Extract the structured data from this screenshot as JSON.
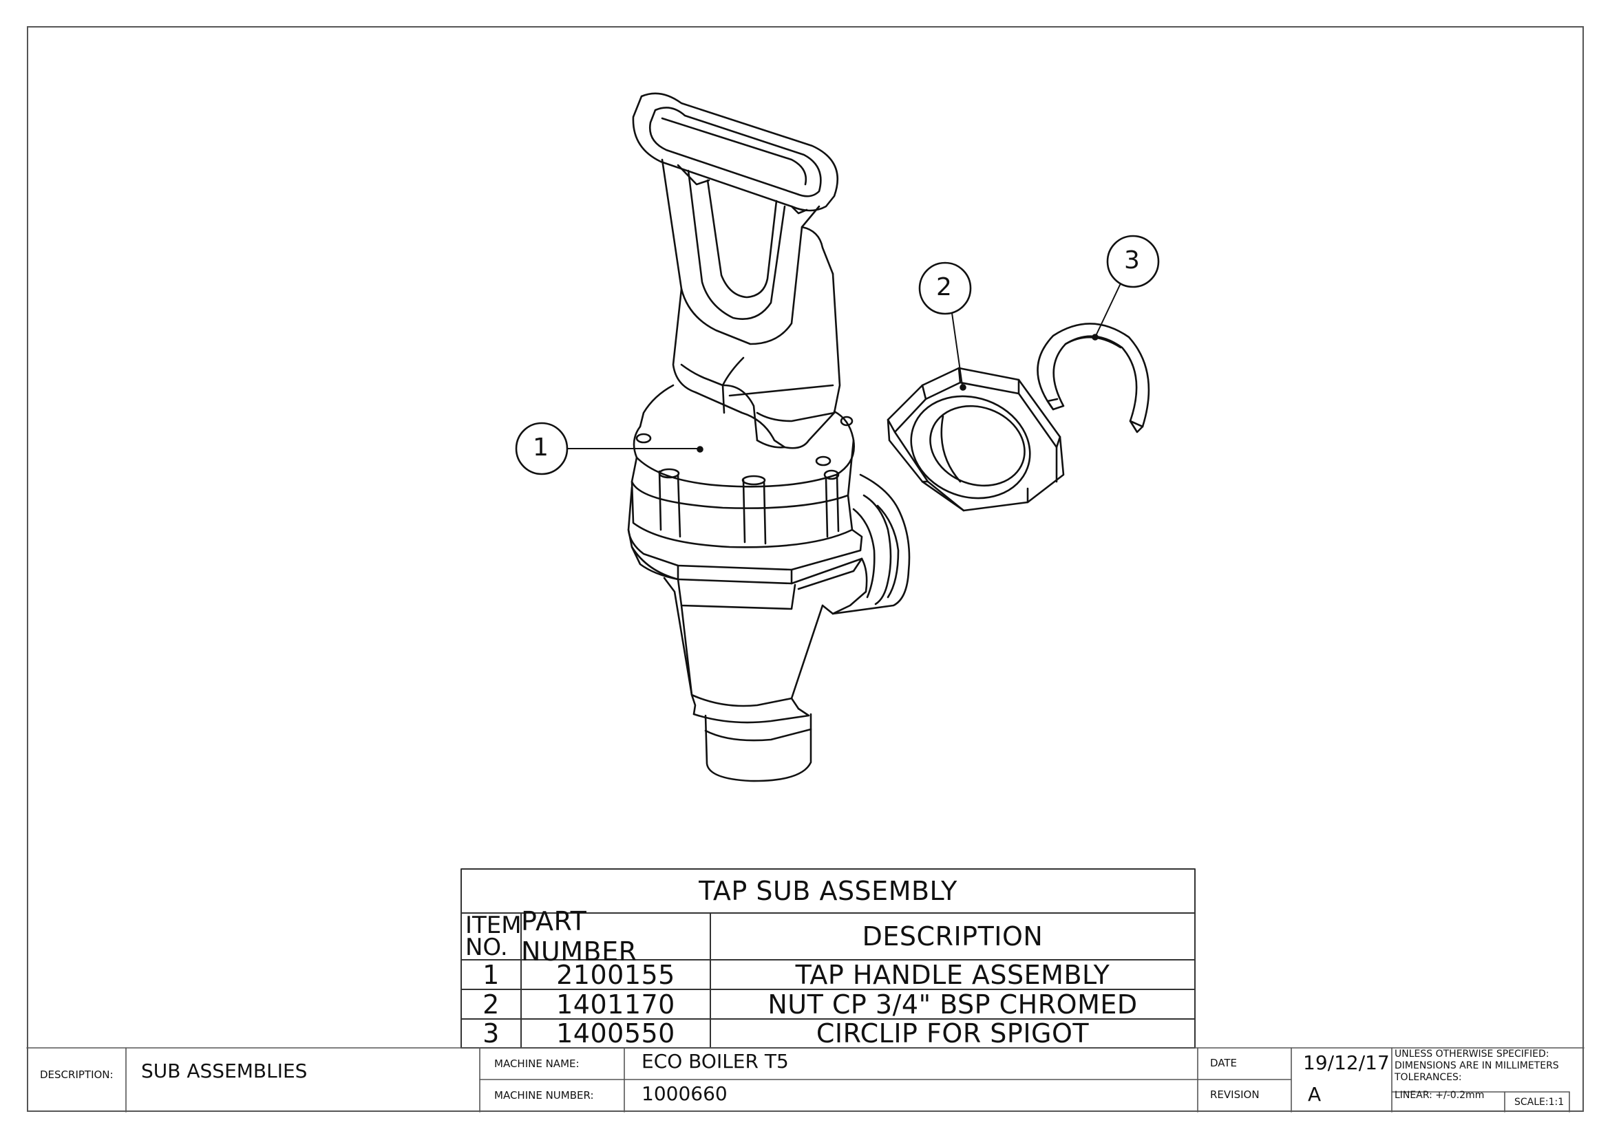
{
  "balloons": [
    {
      "item": "1"
    },
    {
      "item": "2"
    },
    {
      "item": "3"
    }
  ],
  "bom": {
    "title": "TAP SUB ASSEMBLY",
    "headers": {
      "item_line1": "ITEM",
      "item_line2": "NO.",
      "part": "PART NUMBER",
      "desc": "DESCRIPTION"
    },
    "rows": [
      {
        "item": "1",
        "part": "2100155",
        "desc": "TAP HANDLE ASSEMBLY"
      },
      {
        "item": "2",
        "part": "1401170",
        "desc": "NUT CP 3/4\" BSP CHROMED"
      },
      {
        "item": "3",
        "part": "1400550",
        "desc": "CIRCLIP FOR SPIGOT"
      }
    ]
  },
  "title_block": {
    "description_label": "DESCRIPTION:",
    "description_value": "SUB ASSEMBLIES",
    "machine_name_label": "MACHINE NAME:",
    "machine_name_value": "ECO BOILER T5",
    "machine_number_label": "MACHINE NUMBER:",
    "machine_number_value": "1000660",
    "date_label": "DATE",
    "date_value": "19/12/17",
    "revision_label": "REVISION",
    "revision_value": "A",
    "notes_line1": "UNLESS OTHERWISE SPECIFIED:",
    "notes_line2": "DIMENSIONS ARE IN MILLIMETERS",
    "notes_line3": "TOLERANCES:",
    "tolerance_linear": "LINEAR: +/-0.2mm",
    "scale": "SCALE:1:1"
  }
}
